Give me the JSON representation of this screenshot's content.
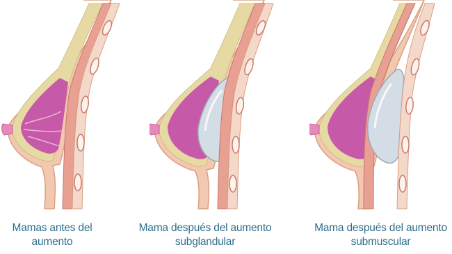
{
  "panels": [
    {
      "id": "before",
      "caption_line1": "Mamas antes del",
      "caption_line2": "aumento",
      "implant": "none"
    },
    {
      "id": "subglandular",
      "caption_line1": "Mama después del aumento",
      "caption_line2": "subglandular",
      "implant": "subglandular"
    },
    {
      "id": "submuscular",
      "caption_line1": "Mama después del aumento",
      "caption_line2": "submuscular",
      "implant": "submuscular"
    }
  ],
  "colors": {
    "caption": "#2e6f8a",
    "skin": "#f2c8b0",
    "fat": "#e6d9a4",
    "gland": "#c65aa8",
    "muscle": "#e8a093",
    "implant": "#d4dde5"
  }
}
